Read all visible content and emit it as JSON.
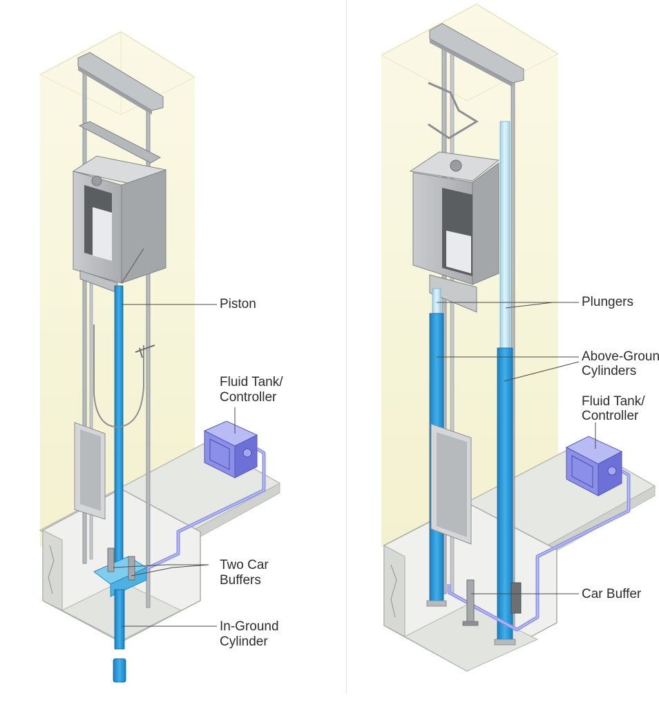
{
  "left_diagram": {
    "labels": {
      "piston": "Piston",
      "fluid_tank_1": "Fluid Tank/",
      "fluid_tank_2": "Controller",
      "buffers_1": "Two Car",
      "buffers_2": "Buffers",
      "cylinder_1": "In-Ground",
      "cylinder_2": "Cylinder"
    }
  },
  "right_diagram": {
    "labels": {
      "plungers": "Plungers",
      "cylinders_1": "Above-Ground",
      "cylinders_2": "Cylinders",
      "fluid_tank_1": "Fluid Tank/",
      "fluid_tank_2": "Controller",
      "buffer": "Car Buffer"
    }
  },
  "colors": {
    "shaft_glow": "#f6f3d2",
    "piston_blue": "#2e9bd6",
    "plunger_light": "#bfe6f5",
    "tank_purple": "#8c8fe8",
    "pipe_purple": "#8f93e6",
    "steel": "#b9bcbf",
    "floor": "#e6e8e4"
  }
}
